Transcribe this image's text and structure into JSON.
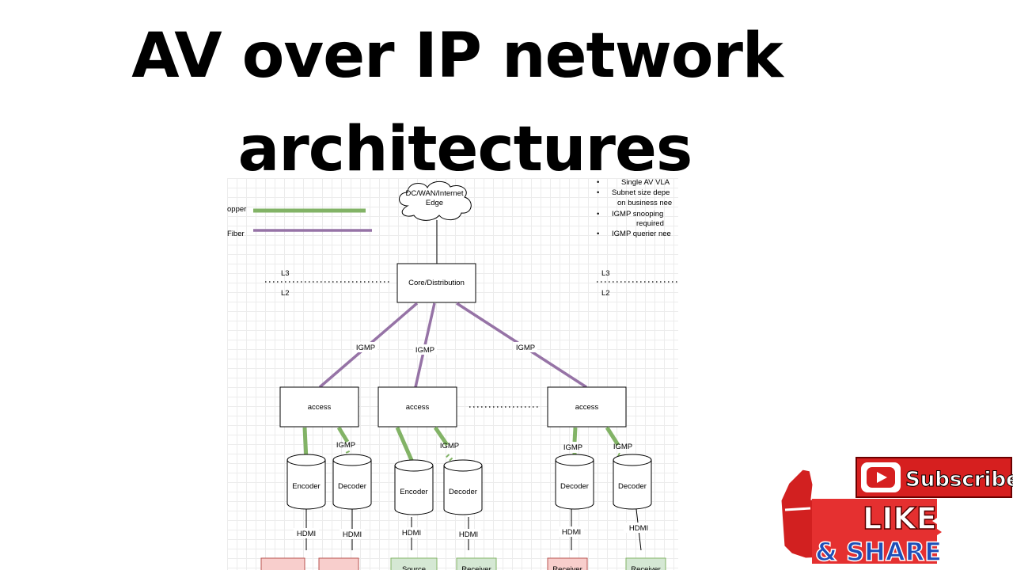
{
  "title": {
    "line1": "AV over IP network",
    "line2": "architectures"
  },
  "legend": {
    "copper_label": "opper",
    "fiber_label": "Fiber",
    "copper_color": "#82b366",
    "fiber_color": "#9673a6"
  },
  "notes": [
    "Single AV VLA",
    "Subnet size depe",
    "on business nee",
    "IGMP snooping",
    "required",
    "IGMP querier nee"
  ],
  "cloud": {
    "line1": "DC/WAN/Internet",
    "line2": "Edge"
  },
  "core": "Core/Distribution",
  "layers": {
    "l3": "L3",
    "l2": "L2"
  },
  "igmp_label": "IGMP",
  "access_label": "access",
  "hdmi_label": "HDMI",
  "endpoints": [
    "Encoder",
    "Decoder",
    "Encoder",
    "Decoder",
    "Decoder",
    "Decoder"
  ],
  "devices": [
    "Source",
    "Receiver",
    "Receiver",
    "Receiver"
  ],
  "badge": {
    "subscribe": "Subscribe",
    "like": "LIKE",
    "share": "& SHARE"
  }
}
